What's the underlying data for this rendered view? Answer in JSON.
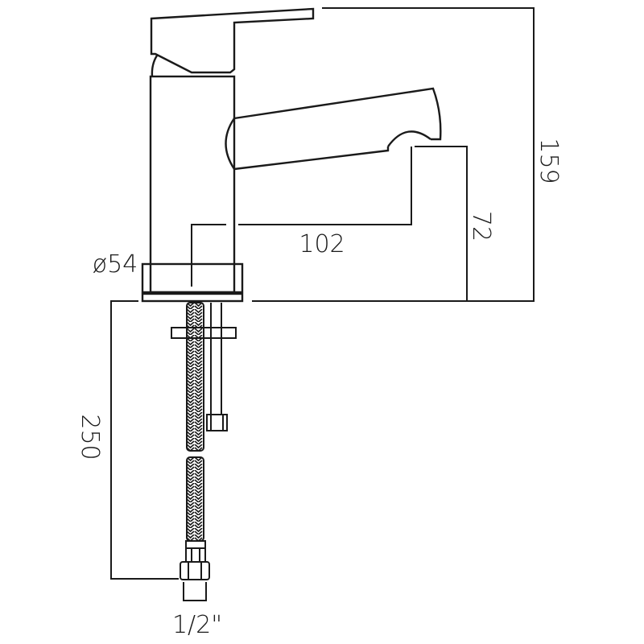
{
  "diagram": {
    "title": "Basin mixer tap dimensions",
    "dimensions": {
      "overall_height": "159",
      "spout_height": "72",
      "spout_reach": "102",
      "base_diameter": "ø54",
      "hose_length": "250",
      "connection_size": "1/2\""
    },
    "colors": {
      "line": "#1a1a1a",
      "background": "#ffffff"
    }
  }
}
